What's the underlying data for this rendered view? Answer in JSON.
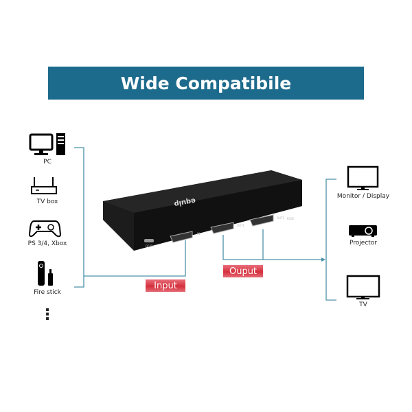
{
  "title": "Wide Compatibile",
  "sources": [
    {
      "label": "PC",
      "icon": "pc-icon"
    },
    {
      "label": "TV box",
      "icon": "tv-box-icon"
    },
    {
      "label": "PS 3/4, Xbox",
      "icon": "gamepad-icon"
    },
    {
      "label": "Fire stick",
      "icon": "fire-stick-icon"
    }
  ],
  "more": "⋮",
  "outputs": [
    {
      "label": "Monitor / Display",
      "icon": "monitor-icon"
    },
    {
      "label": "Projector",
      "icon": "projector-icon"
    },
    {
      "label": "TV",
      "icon": "tv-icon"
    }
  ],
  "input_tag": "Input",
  "output_tag": "Ouput",
  "device": {
    "brand": "equip",
    "ports": [
      "DC/5V",
      "IN",
      "OUT1",
      "OUT2",
      "EDID"
    ]
  },
  "colors": {
    "banner": "#1d6b8c",
    "line": "#4a90a8",
    "tag": "#d5303e"
  }
}
